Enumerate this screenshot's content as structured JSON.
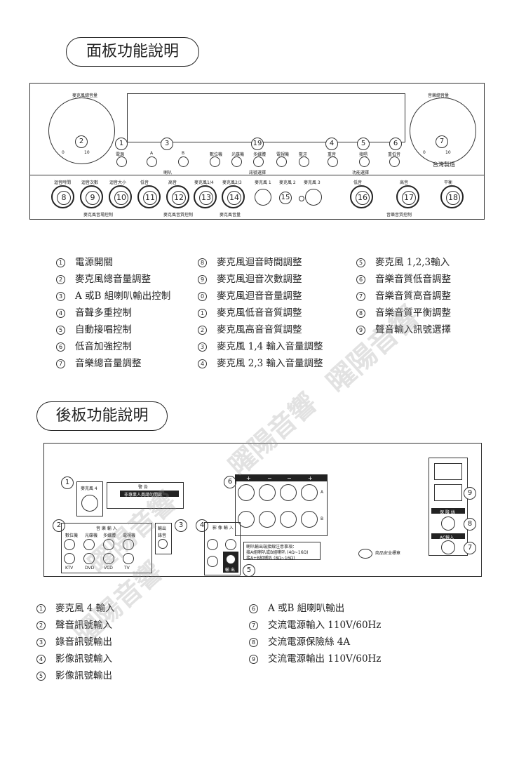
{
  "front": {
    "title": "面板功能說明",
    "panel_labels": {
      "mic_master": "麥克風總音量",
      "music_master": "音樂總音量",
      "power": "電源",
      "a": "A",
      "b": "B",
      "speaker": "喇叭",
      "dvd": "數位機",
      "cd": "光碟機",
      "multi": "多媒體",
      "tv": "電視機",
      "bt": "藍牙",
      "input_select": "訊號選擇",
      "echo_repeat": "重音",
      "auto": "接唱",
      "bass_boost": "重低音",
      "function_select": "功能選擇",
      "made_in": "台灣製造",
      "k8": "迴音時間",
      "k9": "迴音次數",
      "k10": "迴音大小",
      "k11": "低音",
      "k12": "高音",
      "k13": "麥克風1/4",
      "k14": "麥克風2/3",
      "mic1": "麥克風 1",
      "mic2": "麥克風 2",
      "mic3": "麥克風 3",
      "k16": "低音",
      "k17": "高音",
      "k18": "平衡",
      "mic_echo_ctrl": "麥克風音場控制",
      "mic_tone_ctrl": "麥克風音質控制",
      "mic_vol": "麥克風音量",
      "music_tone_ctrl": "音樂音質控制",
      "scale_min": "0",
      "scale_max": "10"
    },
    "col1": [
      {
        "n": "1",
        "t": "電源開關"
      },
      {
        "n": "2",
        "t": "麥克風總音量調整"
      },
      {
        "n": "3",
        "t": "A 或B 組喇叭輸出控制"
      },
      {
        "n": "4",
        "t": "音聲多重控制"
      },
      {
        "n": "5",
        "t": "自動接唱控制"
      },
      {
        "n": "6",
        "t": "低音加強控制"
      },
      {
        "n": "7",
        "t": "音樂總音量調整"
      }
    ],
    "col2": [
      {
        "n": "8",
        "t": "麥克風迴音時間調整"
      },
      {
        "n": "9",
        "t": "麥克風迴音次數調整"
      },
      {
        "n": "0",
        "t": "麥克風迴音音量調整"
      },
      {
        "n": "1",
        "t": "麥克風低音音質調整"
      },
      {
        "n": "2",
        "t": "麥克風高音音質調整"
      },
      {
        "n": "3",
        "t": "麥克風 1,4 輸入音量調整"
      },
      {
        "n": "4",
        "t": "麥克風 2,3 輸入音量調整"
      }
    ],
    "col3": [
      {
        "n": "5",
        "t": "麥克風 1,2,3輸入"
      },
      {
        "n": "6",
        "t": "音樂音質低音調整"
      },
      {
        "n": "7",
        "t": "音樂音質高音調整"
      },
      {
        "n": "8",
        "t": "音樂音質平衡調整"
      },
      {
        "n": "9",
        "t": "聲音輸入訊號選擇"
      }
    ]
  },
  "rear": {
    "title": "後板功能說明",
    "panel_labels": {
      "mic4": "麥克風 4",
      "warning": "警 告",
      "warning_line1": "非專業人員請勿開啟",
      "music_in": "音 樂 輸 入",
      "dvd": "數位機",
      "cd": "光碟機",
      "multi": "多媒體",
      "tv": "電視機",
      "ktv": "KTV",
      "dvd2": "DVD",
      "vcd": "VCD",
      "tv2": "TV",
      "out": "輸出",
      "rec": "錄音",
      "video_in": "影 像 輸 入",
      "video_out": "輸 出",
      "spk_note1": "喇叭輸出端接線注意事項：",
      "spk_note2": "接A組喇叭或B組喇叭 (4Ω~16Ω)",
      "spk_note3": "接A+B組喇叭 (8Ω~16Ω)",
      "plus": "+",
      "minus": "−",
      "a": "A",
      "b": "B",
      "fuse": "保 險 絲",
      "ac_in": "AC輸入",
      "cert": "商品安全標章"
    },
    "col1": [
      {
        "n": "1",
        "t": "麥克風 4 輸入"
      },
      {
        "n": "2",
        "t": "聲音訊號輸入"
      },
      {
        "n": "3",
        "t": "錄音訊號輸出"
      },
      {
        "n": "4",
        "t": "影像訊號輸入"
      },
      {
        "n": "5",
        "t": "影像訊號輸出"
      }
    ],
    "col2": [
      {
        "n": "6",
        "t": "A 或B 組喇叭輸出"
      },
      {
        "n": "7",
        "t": "交流電源輸入 110V/60Hz"
      },
      {
        "n": "8",
        "t": "交流電源保險絲 4A"
      },
      {
        "n": "9",
        "t": "交流電源輸出 110V/60Hz"
      }
    ]
  },
  "watermark": "曜陽音響"
}
